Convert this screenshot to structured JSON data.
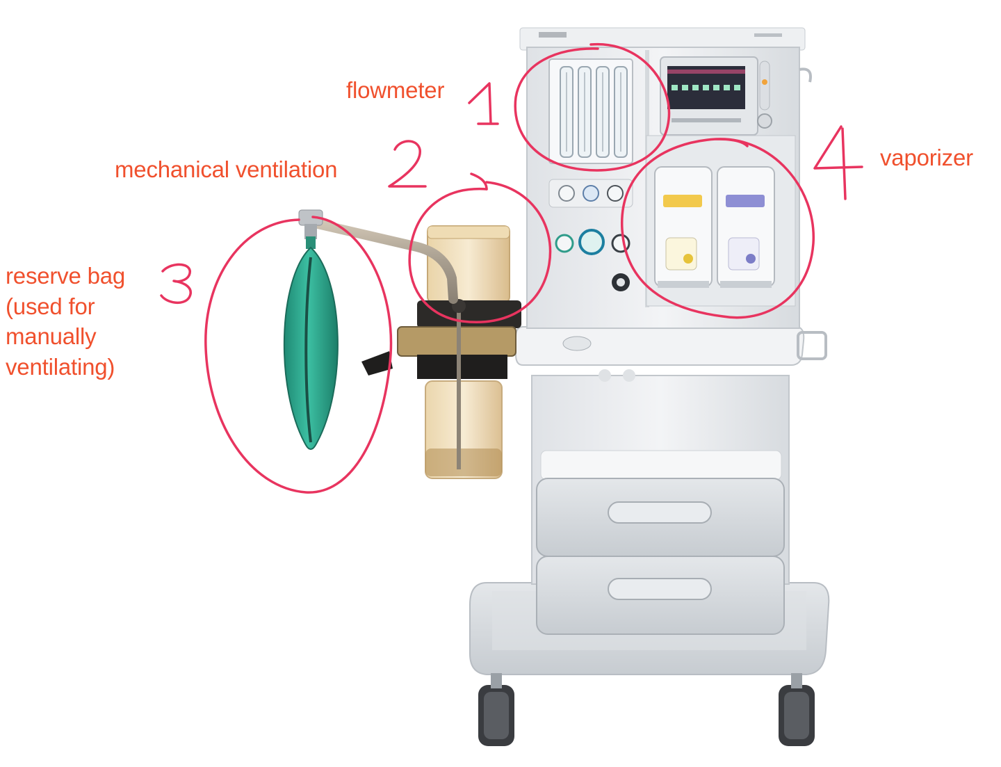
{
  "annotations": [
    {
      "id": "flowmeter",
      "number": "1",
      "text": [
        "flowmeter"
      ]
    },
    {
      "id": "mechanical-ventilation",
      "number": "2",
      "text": [
        "mechanical ventilation"
      ]
    },
    {
      "id": "reserve-bag",
      "number": "3",
      "text": [
        "reserve bag",
        "(used for",
        "manually",
        "ventilating)"
      ]
    },
    {
      "id": "vaporizer",
      "number": "4",
      "text": [
        "vaporizer"
      ]
    }
  ],
  "colors": {
    "label_text": "#f0502d",
    "annotation_ink": "#e8345f",
    "machine_body": "#eef0f2",
    "machine_shadow": "#c9ced3",
    "bag": "#2fa98f",
    "screen": "#2b2d3a"
  }
}
